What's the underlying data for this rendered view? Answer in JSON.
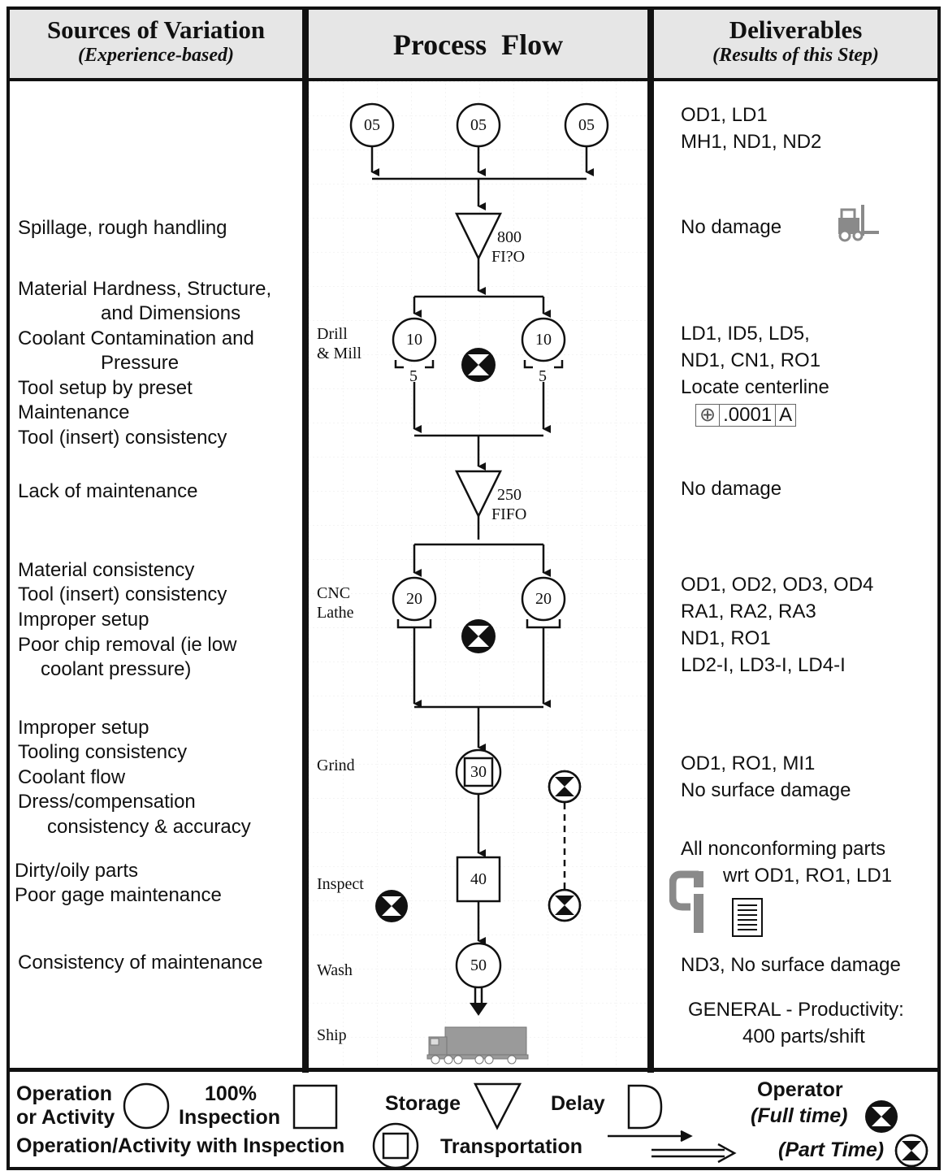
{
  "headers": {
    "sources": {
      "title": "Sources of Variation",
      "subtitle": "(Experience-based)"
    },
    "process": {
      "title": "Process  Flow"
    },
    "deliverables": {
      "title": "Deliverables",
      "subtitle": "(Results of this Step)"
    }
  },
  "sources": [
    {
      "line1": "Spillage, rough handling"
    },
    {
      "lines": [
        "Material Hardness, Structure,",
        "and Dimensions",
        "Coolant Contamination and",
        "Pressure",
        "Tool setup by preset",
        "Maintenance",
        "Tool (insert) consistency"
      ]
    },
    {
      "line1": "Lack of maintenance"
    },
    {
      "lines": [
        "Material consistency",
        "Tool (insert) consistency",
        "Improper setup",
        "Poor chip removal (ie low",
        "coolant pressure)"
      ]
    },
    {
      "lines": [
        "Improper setup",
        "Tooling consistency",
        "Coolant flow",
        "Dress/compensation",
        "consistency & accuracy"
      ]
    },
    {
      "lines": [
        "Dirty/oily parts",
        "Poor gage maintenance"
      ]
    },
    {
      "line1": "Consistency of maintenance"
    }
  ],
  "process": {
    "op05": "05",
    "storage1": {
      "qty": "800",
      "rule": "FI?O"
    },
    "drill_label": [
      "Drill",
      "& Mill"
    ],
    "op10": "10",
    "op10_sub": "5",
    "storage2": {
      "qty": "250",
      "rule": "FIFO"
    },
    "lathe_label": [
      "CNC",
      "Lathe"
    ],
    "op20": "20",
    "grind_label": "Grind",
    "op30": "30",
    "inspect_label": "Inspect",
    "op40": "40",
    "wash_label": "Wash",
    "op50": "50",
    "ship_label": "Ship"
  },
  "deliverables": {
    "d1": [
      "OD1, LD1",
      "MH1, ND1, ND2"
    ],
    "d2": "No damage",
    "d3": [
      "LD1, ID5, LD5,",
      "ND1, CN1, RO1",
      "Locate centerline"
    ],
    "gdt": {
      "symbol": "⊕",
      "tol": ".0001",
      "datum": "A"
    },
    "d4": "No damage",
    "d5": [
      "OD1, OD2, OD3, OD4",
      "RA1, RA2, RA3",
      "ND1, RO1",
      "LD2-I, LD3-I, LD4-I"
    ],
    "d6": [
      "OD1, RO1, MI1",
      "No surface damage"
    ],
    "d7": [
      "All nonconforming parts",
      "wrt  OD1, RO1, LD1"
    ],
    "d8": "ND3, No surface damage",
    "d9": [
      "GENERAL - Productivity:",
      "400 parts/shift"
    ]
  },
  "legend": {
    "operation": [
      "Operation",
      "or Activity"
    ],
    "inspection": [
      "100%",
      "Inspection"
    ],
    "op_inspection": "Operation/Activity with Inspection",
    "storage": "Storage",
    "delay": "Delay",
    "transportation": "Transportation",
    "operator": "Operator",
    "full_time": "(Full time)",
    "part_time": "(Part Time)"
  },
  "colors": {
    "header_bg": "#e6e6e6",
    "line": "#111111",
    "icon_gray": "#8a8a8a"
  }
}
